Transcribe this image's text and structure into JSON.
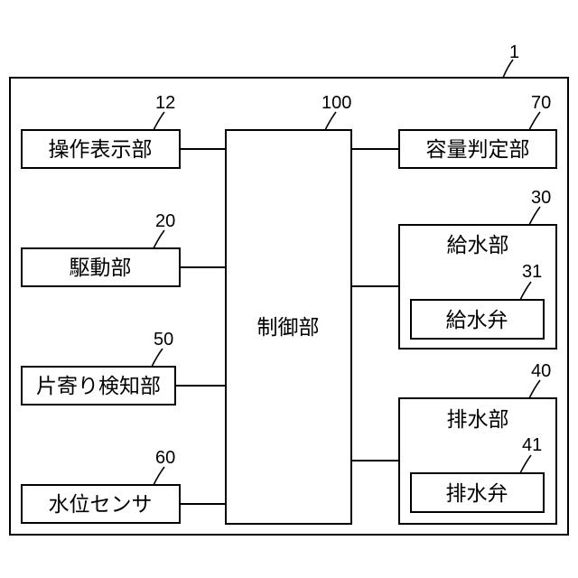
{
  "diagram": {
    "device": {
      "ref": "1"
    },
    "blocks": {
      "control": {
        "ref": "100",
        "label": "制御部"
      },
      "operation_display": {
        "ref": "12",
        "label": "操作表示部"
      },
      "drive": {
        "ref": "20",
        "label": "駆動部"
      },
      "imbalance_detect": {
        "ref": "50",
        "label": "片寄り検知部"
      },
      "water_level_sensor": {
        "ref": "60",
        "label": "水位センサ"
      },
      "capacity_judge": {
        "ref": "70",
        "label": "容量判定部"
      },
      "water_supply": {
        "ref": "30",
        "label": "給水部"
      },
      "water_supply_valve": {
        "ref": "31",
        "label": "給水弁"
      },
      "drain": {
        "ref": "40",
        "label": "排水部"
      },
      "drain_valve": {
        "ref": "41",
        "label": "排水弁"
      }
    }
  }
}
